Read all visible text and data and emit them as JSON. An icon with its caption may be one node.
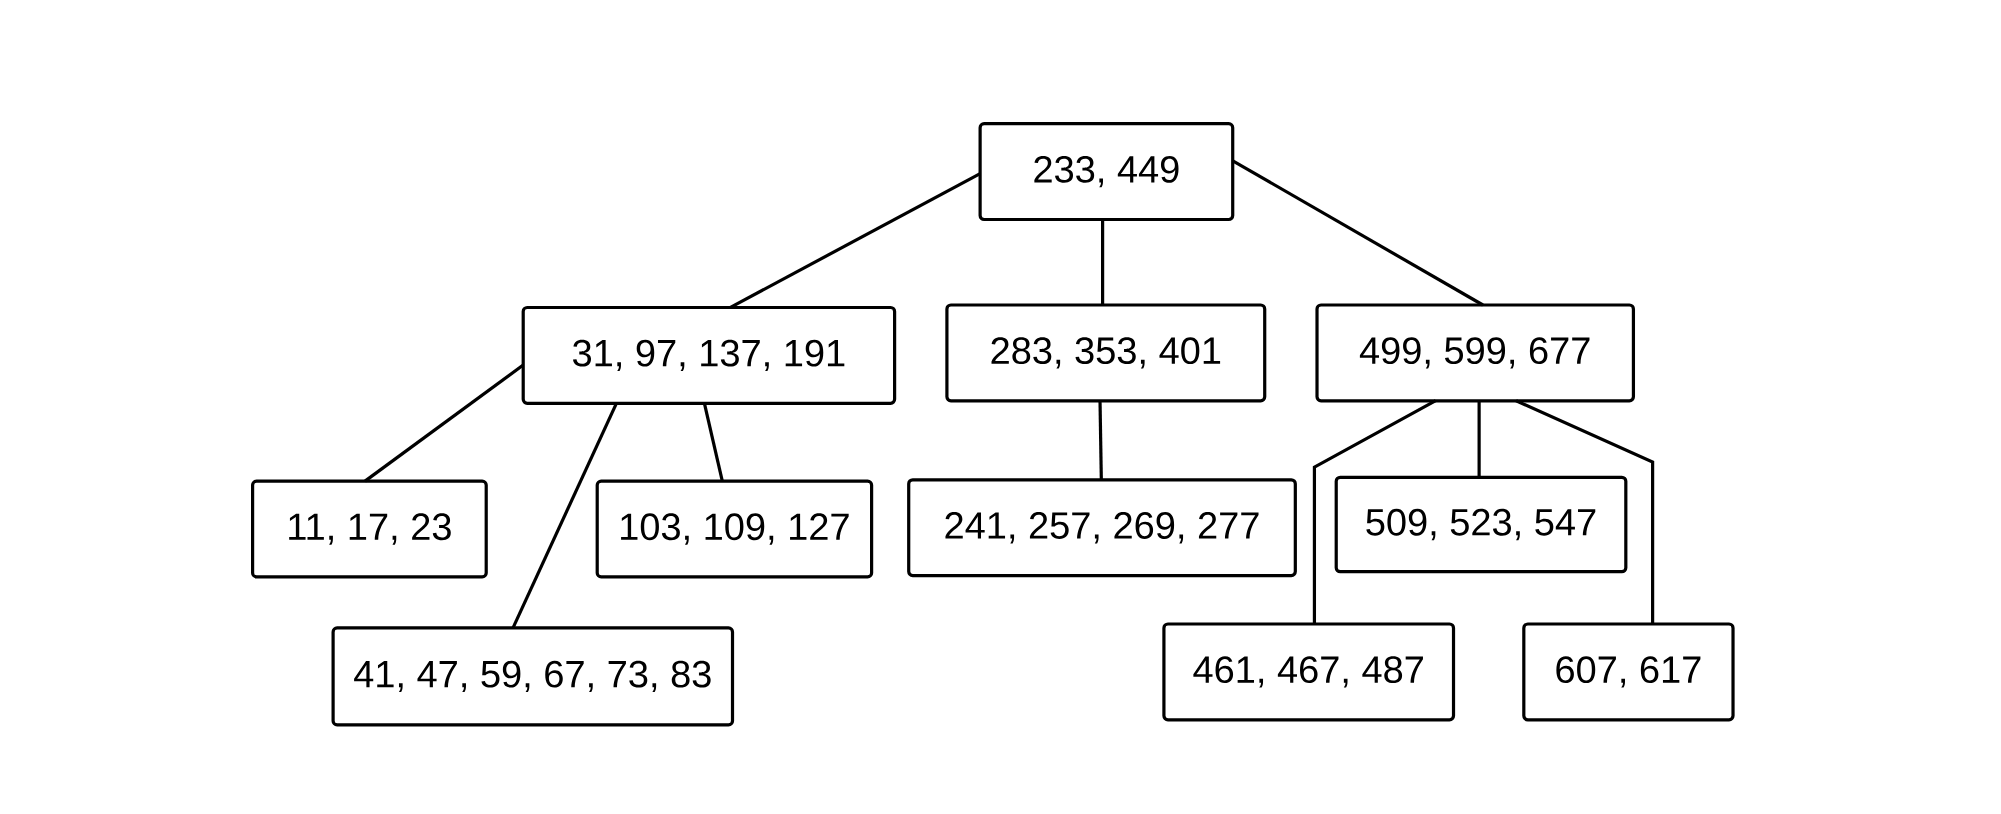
{
  "diagram": {
    "nodes": [
      {
        "text": [
          "233, 449"
        ]
      },
      {
        "text": [
          "31, 97, 137, 191"
        ]
      },
      {
        "text": [
          "283, 353, 401"
        ]
      },
      {
        "text": [
          "499, 599, 677"
        ]
      },
      {
        "text": [
          "11, 17, 23"
        ]
      },
      {
        "text": [
          "103, 109, 127"
        ]
      },
      {
        "text": [
          "241, 257, 269, 277"
        ]
      },
      {
        "text": [
          "509, 523, 547"
        ]
      },
      {
        "text": [
          "41, 47, 59, 67, 73, 83"
        ]
      },
      {
        "text": [
          "461, 467, 487"
        ]
      },
      {
        "text": [
          "607, 617"
        ]
      }
    ],
    "edges": [
      {
        "from": 0,
        "to": 1,
        "arrow": "none"
      },
      {
        "from": 0,
        "to": 2,
        "arrow": "none"
      },
      {
        "from": 0,
        "to": 3,
        "arrow": "none"
      },
      {
        "from": 1,
        "to": 4,
        "arrow": "none"
      },
      {
        "from": 1,
        "to": 8,
        "arrow": "none"
      },
      {
        "from": 1,
        "to": 5,
        "arrow": "none"
      },
      {
        "from": 2,
        "to": 6,
        "arrow": "none"
      },
      {
        "from": 3,
        "to": 9,
        "arrow": "none"
      },
      {
        "from": 3,
        "to": 7,
        "arrow": "none"
      },
      {
        "from": 3,
        "to": 10,
        "arrow": "none"
      }
    ]
  }
}
